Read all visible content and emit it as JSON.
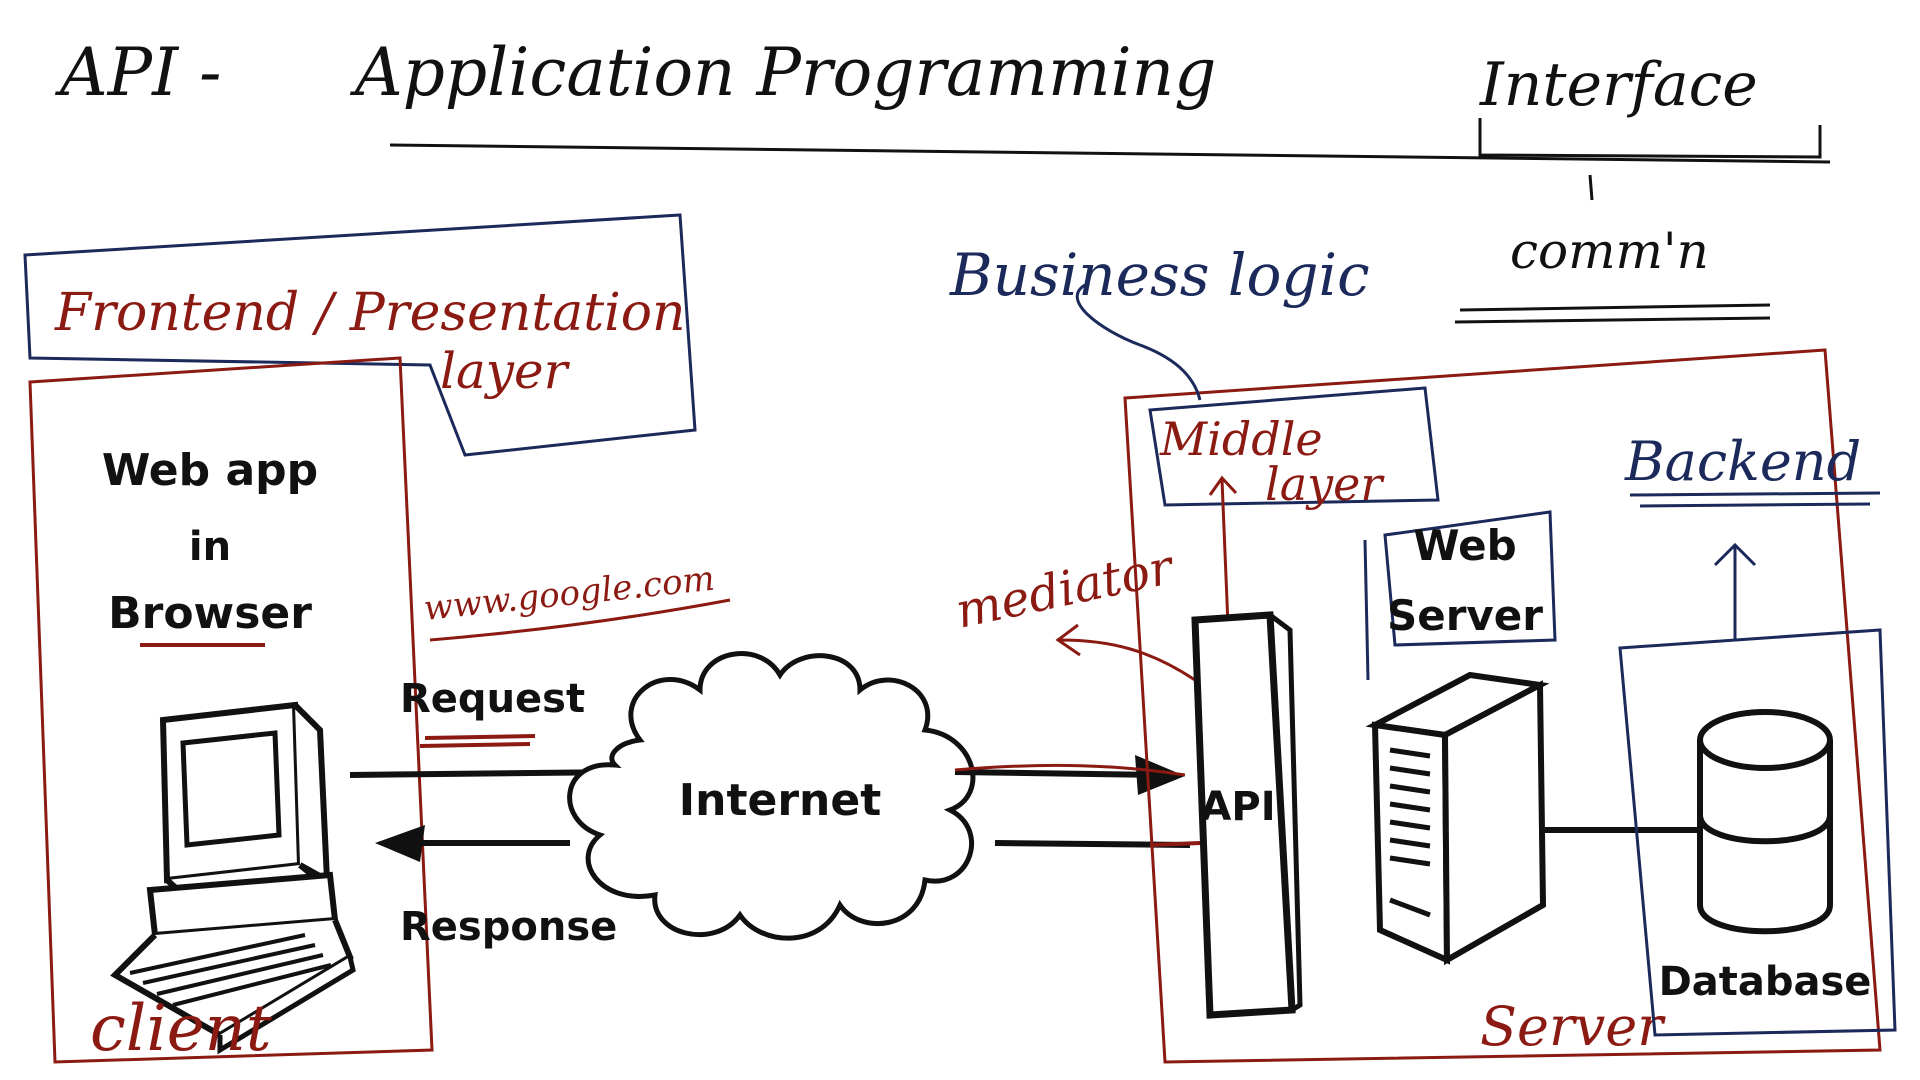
{
  "colors": {
    "ink": "#111111",
    "red": "#8b1a12",
    "navy": "#1b2a5a"
  },
  "title": {
    "api": "API -",
    "words": "Application Programming",
    "interface": "Interface"
  },
  "comm_note": "comm'n",
  "business_logic": "Business logic",
  "frontend_label": {
    "line1": "Frontend / Presentation",
    "line2": "layer"
  },
  "client": {
    "title_lines": [
      "Web app",
      "in",
      "Browser"
    ],
    "label": "client"
  },
  "url_note": "www.google.com",
  "request_label": "Request",
  "response_label": "Response",
  "internet_label": "Internet",
  "mediator_label": "mediator",
  "middle_layer": {
    "line1": "Middle",
    "line2": "layer"
  },
  "api_label": "API",
  "web_server_label": {
    "line1": "Web",
    "line2": "Server"
  },
  "backend_label": "Backend",
  "database_label": "Database",
  "server_label": "Server",
  "icons": {
    "computer": "computer-icon",
    "cloud": "cloud-icon",
    "server": "server-tower-icon",
    "database": "database-icon"
  }
}
